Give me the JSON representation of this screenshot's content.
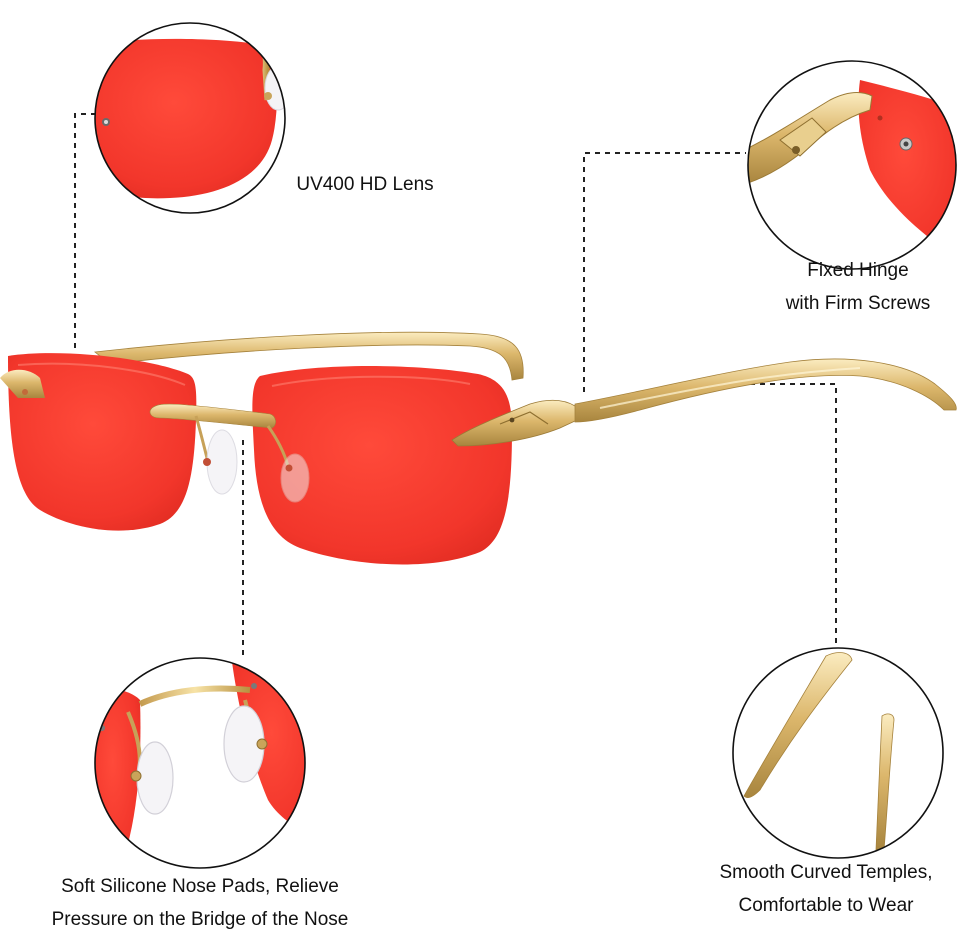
{
  "palette": {
    "lens": "#f2362b",
    "lens_dark": "#d8251c",
    "gold": "#d9b266",
    "gold_light": "#f6e2a8",
    "gold_dark": "#a98a45",
    "line": "#222222"
  },
  "callouts": {
    "lens": {
      "lines": [
        "UV400 HD Lens"
      ]
    },
    "hinge": {
      "lines": [
        "Fixed Hinge",
        "with Firm Screws"
      ]
    },
    "nose_pads": {
      "lines": [
        "Soft Silicone Nose Pads, Relieve",
        "Pressure on the Bridge of the Nose"
      ]
    },
    "temples": {
      "lines": [
        "Smooth Curved Temples,",
        "Comfortable to Wear"
      ]
    }
  }
}
